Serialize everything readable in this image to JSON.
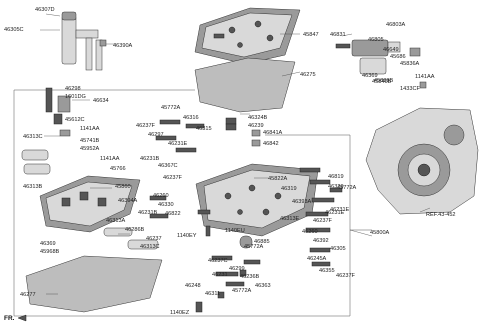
{
  "diagram": {
    "part_labels": [
      "46307D",
      "46305C",
      "46390A",
      "45847",
      "46275",
      "46803A",
      "46831",
      "46805",
      "46649",
      "45686",
      "45836A",
      "45840B",
      "46369",
      "45888B",
      "1141AA",
      "1433CF",
      "46298",
      "1601DG",
      "46634",
      "45612C",
      "1141AA",
      "46313C",
      "45741B",
      "45952A",
      "46313B",
      "1141AA",
      "45766",
      "45860",
      "45772A",
      "46237F",
      "46297",
      "46316",
      "46315",
      "46231E",
      "46231B",
      "46324B",
      "46239",
      "46841A",
      "46842",
      "46367C",
      "46237F",
      "45822A",
      "45800A",
      "46394A",
      "46231B",
      "46260",
      "46330",
      "46822",
      "46313A",
      "46286B",
      "46237",
      "46313C",
      "46369",
      "45968B",
      "46277",
      "1140EY",
      "46393A",
      "46313E",
      "46231E",
      "46237F",
      "46260",
      "46319",
      "45772A",
      "1140EU",
      "46885",
      "46392",
      "46305",
      "46245A",
      "46355",
      "46237F",
      "46237C",
      "46299",
      "46231",
      "46236B",
      "46248",
      "46311",
      "45772A",
      "46363",
      "1140EZ",
      "46819",
      "46329",
      "45772A",
      "46231E"
    ],
    "reference_label": "REF.43-452",
    "direction_label": "FR."
  }
}
